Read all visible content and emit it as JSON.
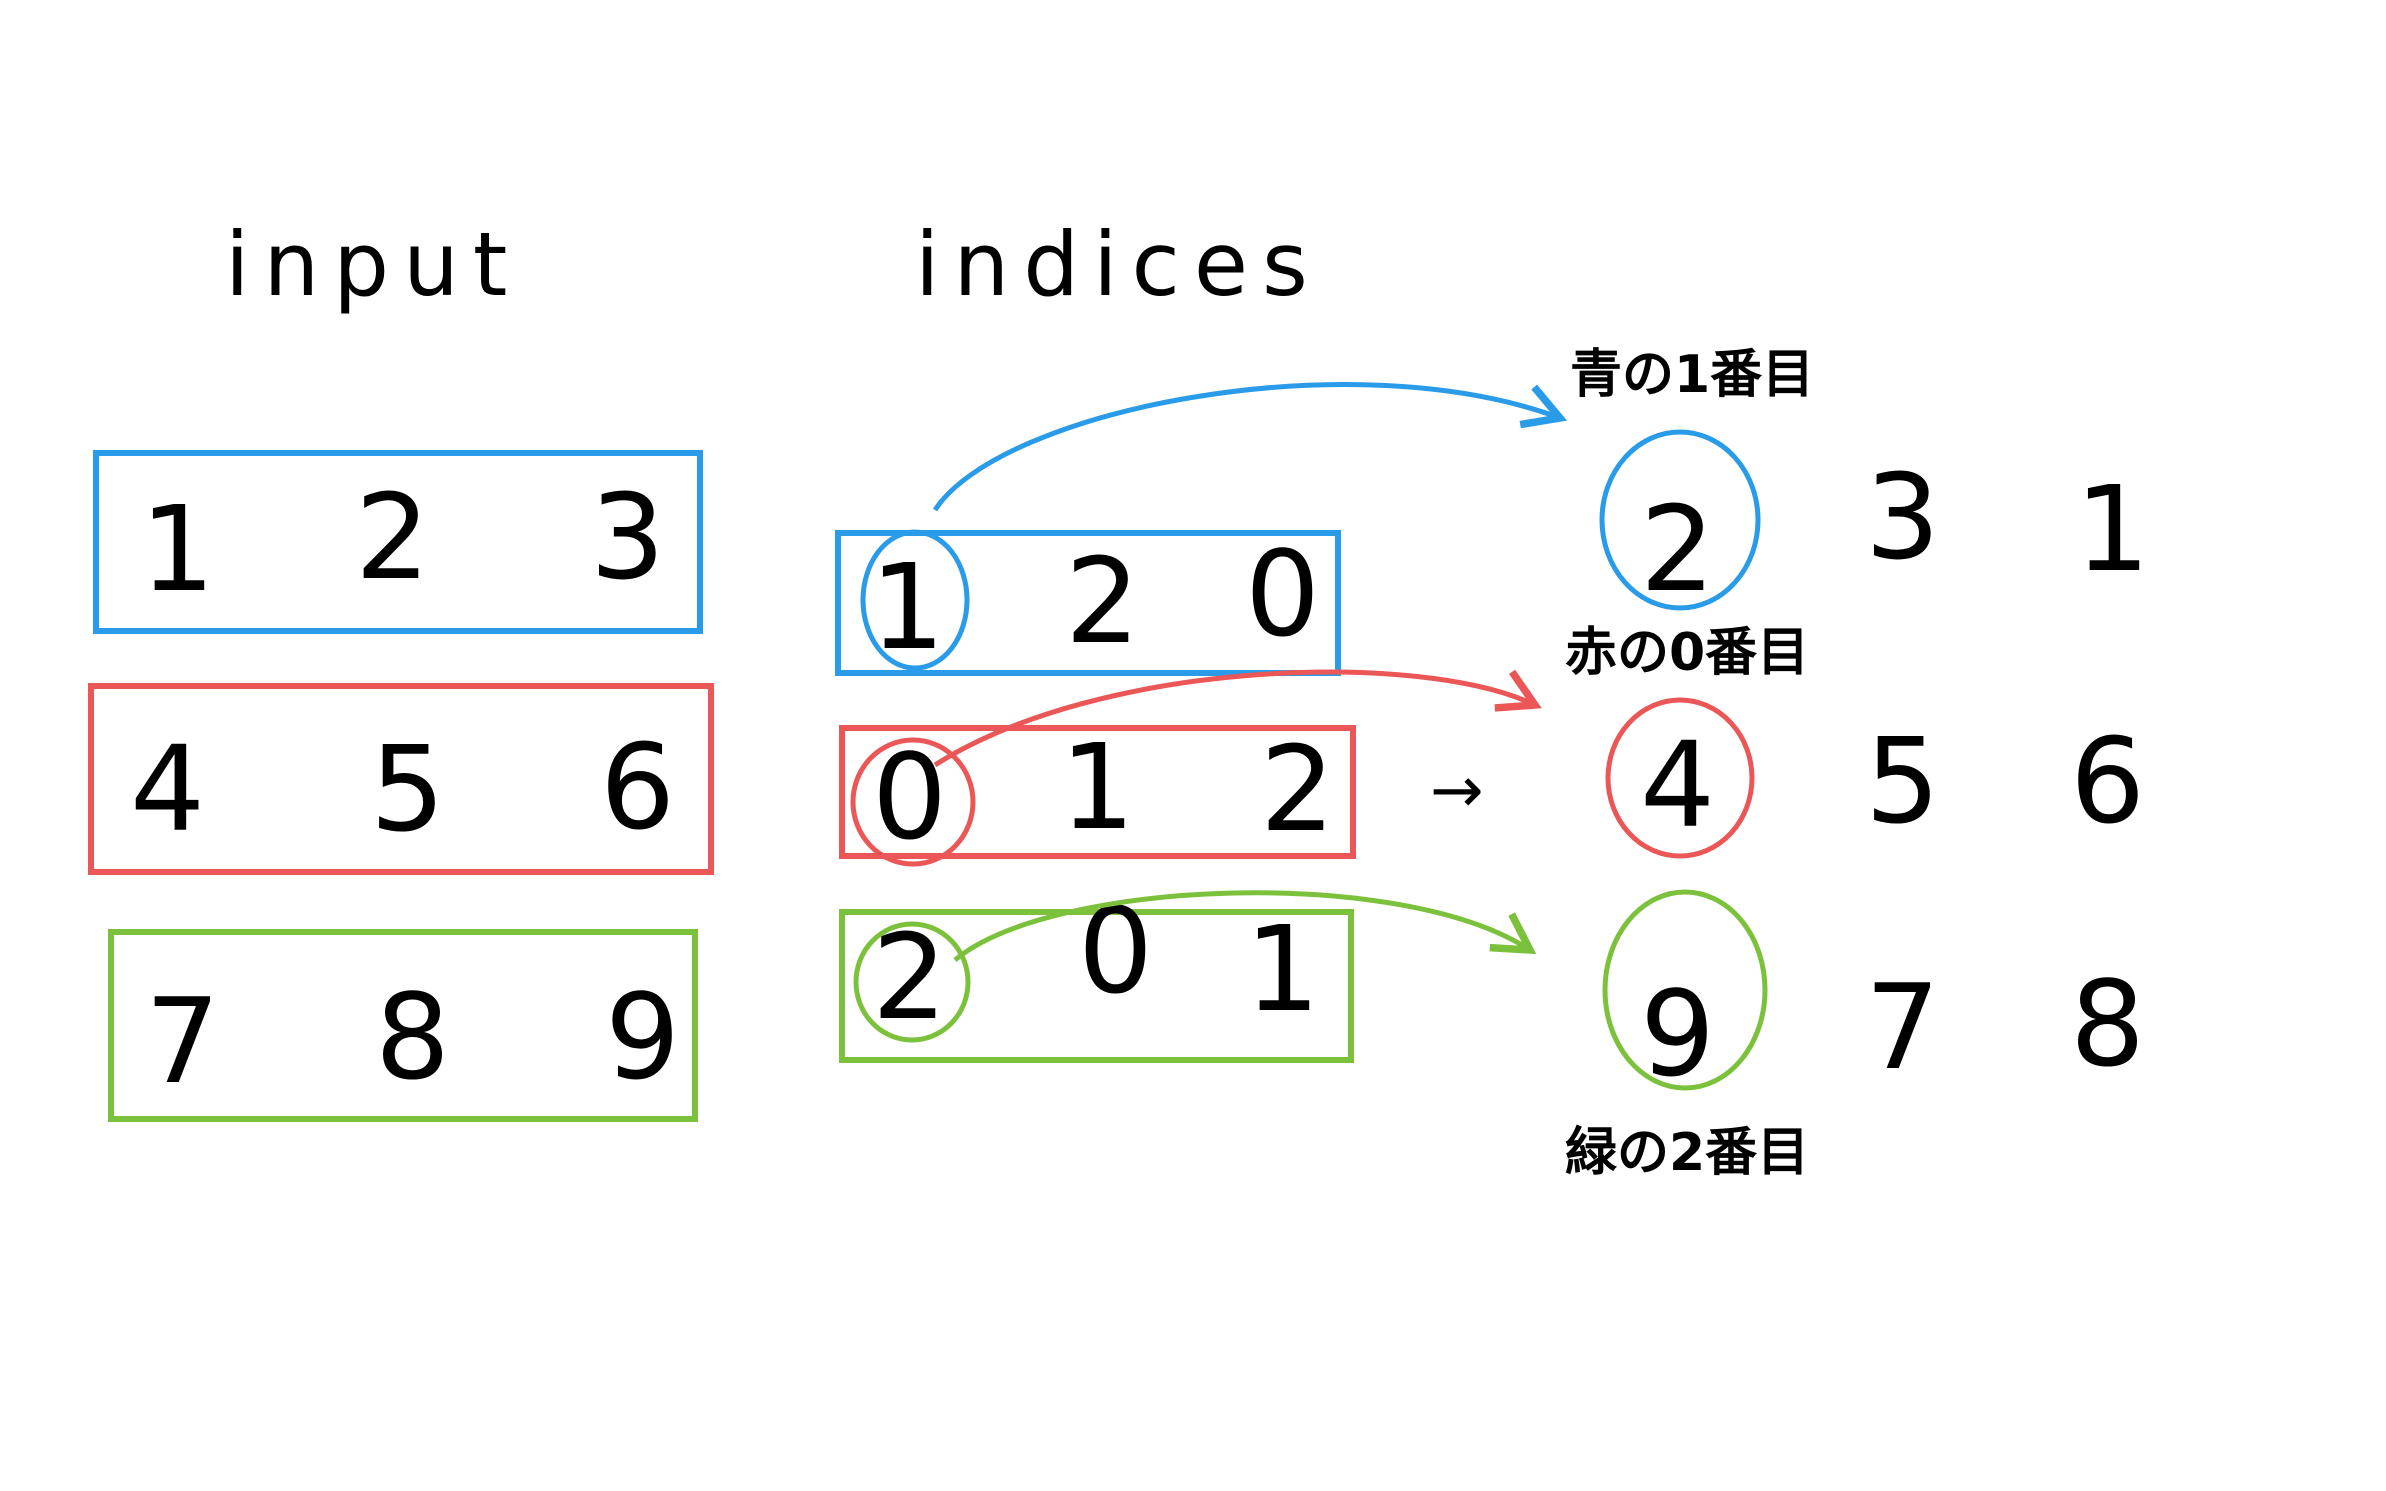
{
  "labels": {
    "input": "input",
    "indices": "indices",
    "arrow": "→"
  },
  "colors": {
    "blue": "#2a9be8",
    "red": "#eb5757",
    "green": "#7cc13b",
    "ink": "#000000"
  },
  "input_rows": [
    [
      "1",
      "2",
      "3"
    ],
    [
      "4",
      "5",
      "6"
    ],
    [
      "7",
      "8",
      "9"
    ]
  ],
  "indices_rows": [
    [
      "1",
      "2",
      "0"
    ],
    [
      "0",
      "1",
      "2"
    ],
    [
      "2",
      "0",
      "1"
    ]
  ],
  "output_rows": [
    [
      "2",
      "3",
      "1"
    ],
    [
      "4",
      "5",
      "6"
    ],
    [
      "9",
      "7",
      "8"
    ]
  ],
  "annotations": {
    "blue": "青の1番目",
    "red": "赤の0番目",
    "green": "緑の2番目"
  }
}
